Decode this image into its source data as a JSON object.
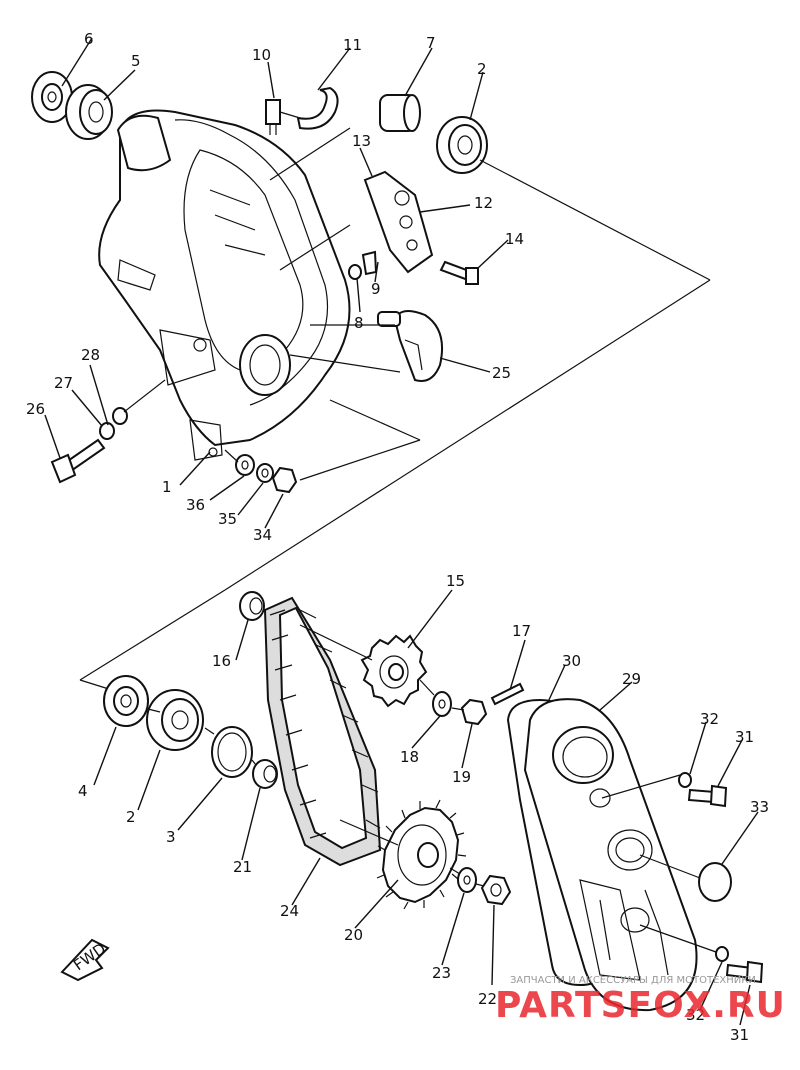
{
  "diagram": {
    "part_numbers": {
      "p1": "1",
      "p2a": "2",
      "p2b": "2",
      "p3": "3",
      "p4": "4",
      "p5": "5",
      "p6": "6",
      "p7": "7",
      "p8": "8",
      "p9": "9",
      "p10": "10",
      "p11": "11",
      "p12": "12",
      "p13": "13",
      "p14": "14",
      "p15": "15",
      "p16": "16",
      "p17": "17",
      "p18": "18",
      "p19": "19",
      "p20": "20",
      "p21": "21",
      "p22": "22",
      "p23": "23",
      "p24": "24",
      "p25": "25",
      "p26": "26",
      "p27": "27",
      "p28": "28",
      "p29": "29",
      "p30": "30",
      "p31a": "31",
      "p31b": "31",
      "p32a": "32",
      "p32b": "32",
      "p33": "33",
      "p34": "34",
      "p35": "35",
      "p36": "36"
    },
    "fwd_label": "FWD"
  },
  "watermark": {
    "tagline": "ЗАПЧАСТИ И АКСЕССУАРЫ ДЛЯ МОТОТЕХНИКИ",
    "logo": "PARTSFOX.RU",
    "color": "#e8282e"
  }
}
